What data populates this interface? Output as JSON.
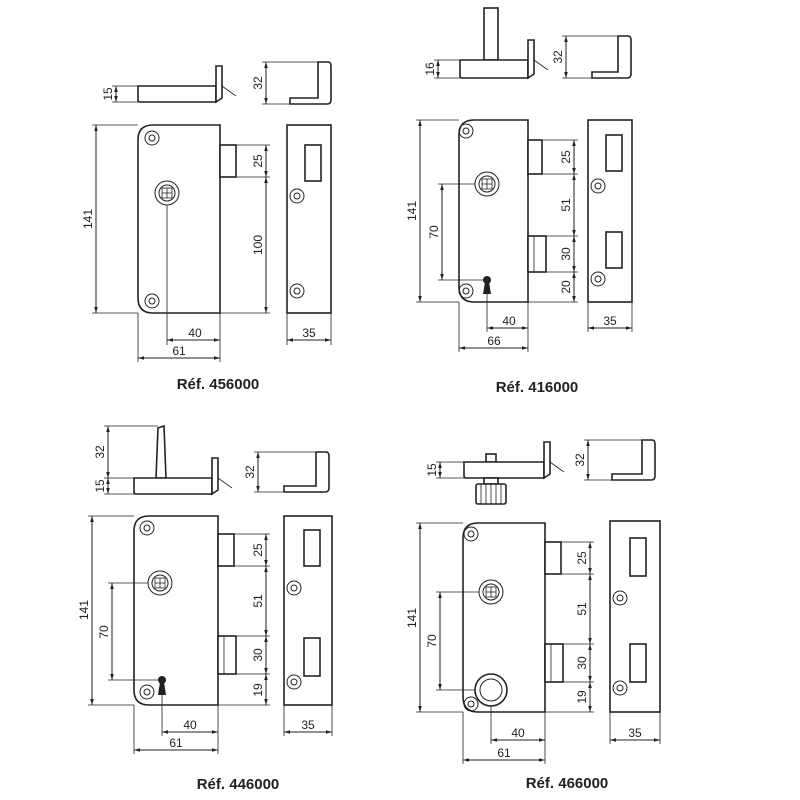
{
  "references": {
    "tl": "Réf. 456000",
    "tr": "Réf. 416000",
    "bl": "Réf. 446000",
    "br": "Réf. 466000"
  },
  "dimensions": {
    "tl": {
      "height": "141",
      "top": "25",
      "span": "100",
      "axis": "40",
      "width": "61",
      "strike": "35",
      "side_h": "15",
      "strike_h": "32"
    },
    "tr": {
      "height": "141",
      "axis_h": "70",
      "top": "25",
      "mid": "51",
      "lower": "30",
      "bottom": "20",
      "axis": "40",
      "width": "66",
      "strike": "35",
      "side_h": "16",
      "strike_h": "32"
    },
    "bl": {
      "height": "141",
      "axis_h": "70",
      "top": "25",
      "mid": "51",
      "lower": "30",
      "bottom": "19",
      "axis": "40",
      "width": "61",
      "strike": "35",
      "side_h": "15",
      "side_h2": "32",
      "strike_h": "32"
    },
    "br": {
      "height": "141",
      "axis_h": "70",
      "top": "25",
      "mid": "51",
      "lower": "30",
      "bottom": "19",
      "axis": "40",
      "width": "61",
      "strike": "35",
      "side_h": "15",
      "strike_h": "32"
    }
  }
}
